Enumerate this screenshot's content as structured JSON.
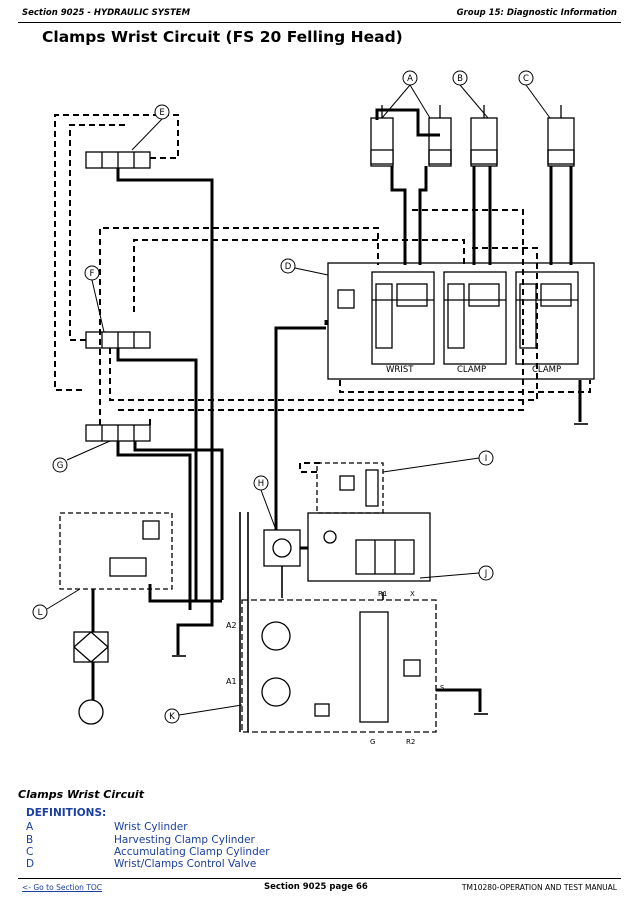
{
  "header": {
    "left": "Section 9025 - HYDRAULIC SYSTEM",
    "right": "Group 15: Diagnostic Information"
  },
  "title": "Clamps Wrist Circuit (FS 20 Felling Head)",
  "callouts": [
    "A",
    "B",
    "C",
    "D",
    "E",
    "F",
    "G",
    "H",
    "I",
    "J",
    "K",
    "L"
  ],
  "valve_labels": [
    "WRIST",
    "CLAMP",
    "CLAMP"
  ],
  "pump_labels": {
    "a1": "A1",
    "a2": "A2",
    "r1": "R1",
    "r2": "R2",
    "g": "G",
    "s": "S",
    "x": "X"
  },
  "caption": "Clamps Wrist Circuit",
  "definitions": {
    "heading": "DEFINITIONS:",
    "items": [
      {
        "letter": "A",
        "text": "Wrist Cylinder"
      },
      {
        "letter": "B",
        "text": "Harvesting Clamp Cylinder"
      },
      {
        "letter": "C",
        "text": "Accumulating Clamp Cylinder"
      },
      {
        "letter": "D",
        "text": "Wrist/Clamps Control Valve"
      }
    ]
  },
  "footer": {
    "left": "<- Go to Section TOC",
    "center": "Section 9025 page 66",
    "right": "TM10280-OPERATION AND TEST MANUAL"
  }
}
